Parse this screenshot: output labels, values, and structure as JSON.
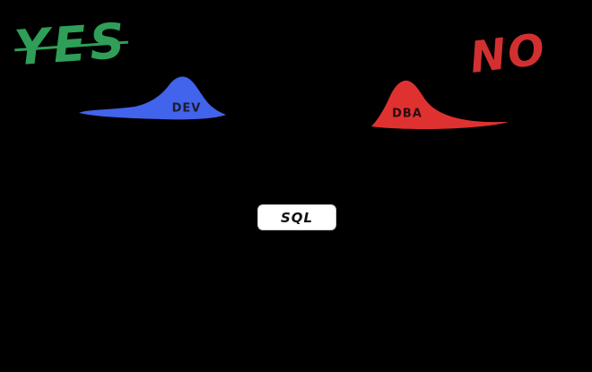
{
  "diagram": {
    "background_color": "#000000",
    "verdicts": {
      "yes": {
        "text": "YES",
        "color": "#2f9e58"
      },
      "no": {
        "text": "NO",
        "color": "#d23030"
      }
    },
    "curves": [
      {
        "id": "dev",
        "label": "DEV",
        "fill": "#4263eb",
        "label_color": "#1c1c2e",
        "tail_direction": "left",
        "verdict": "YES"
      },
      {
        "id": "dba",
        "label": "DBA",
        "fill": "#e03131",
        "label_color": "#2a0d0d",
        "tail_direction": "right",
        "verdict": "NO"
      }
    ],
    "center_box": {
      "text": "SQL",
      "background": "#ffffff",
      "text_color": "#111111"
    }
  },
  "shapes": {
    "dev": {
      "fill": "#4263eb"
    },
    "dba": {
      "fill": "#e03131"
    }
  }
}
